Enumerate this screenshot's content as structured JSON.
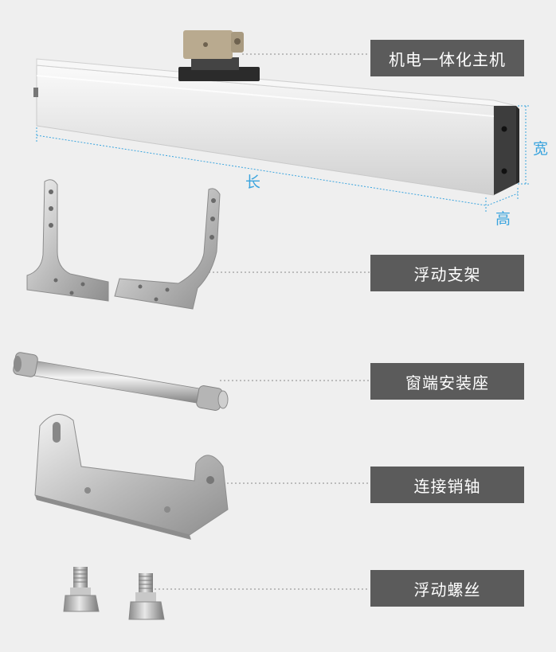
{
  "labels": {
    "motor": "机电一体化主机",
    "bracket": "浮动支架",
    "window_mount": "窗端安装座",
    "pin": "连接销轴",
    "screw": "浮动螺丝"
  },
  "dimensions": {
    "length": "长",
    "width": "宽",
    "height": "高"
  },
  "colors": {
    "background": "#efefef",
    "label_box": "#5b5b5b",
    "label_text": "#ffffff",
    "dimension": "#3aa4de"
  }
}
